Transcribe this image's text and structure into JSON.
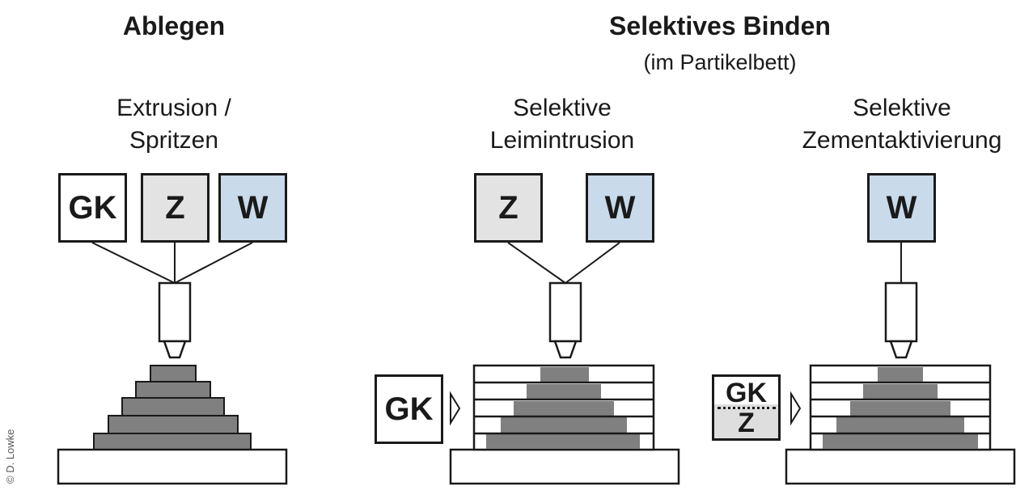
{
  "headings": {
    "ablegen": "Ablegen",
    "binden": "Selektives Binden",
    "binden_sub": "(im Partikelbett)"
  },
  "methods": [
    {
      "line1": "Extrusion /",
      "line2": "Spritzen"
    },
    {
      "line1": "Selektive",
      "line2": "Leimintrusion"
    },
    {
      "line1": "Selektive",
      "line2": "Zementaktivierung"
    }
  ],
  "boxes": {
    "gk": "GK",
    "z": "Z",
    "w": "W"
  },
  "credit": "© D. Lowke",
  "colors": {
    "z_fill": "#e3e3e3",
    "w_fill": "#c9daea",
    "layer_fill": "#808080",
    "outline": "#1a1a1a"
  }
}
